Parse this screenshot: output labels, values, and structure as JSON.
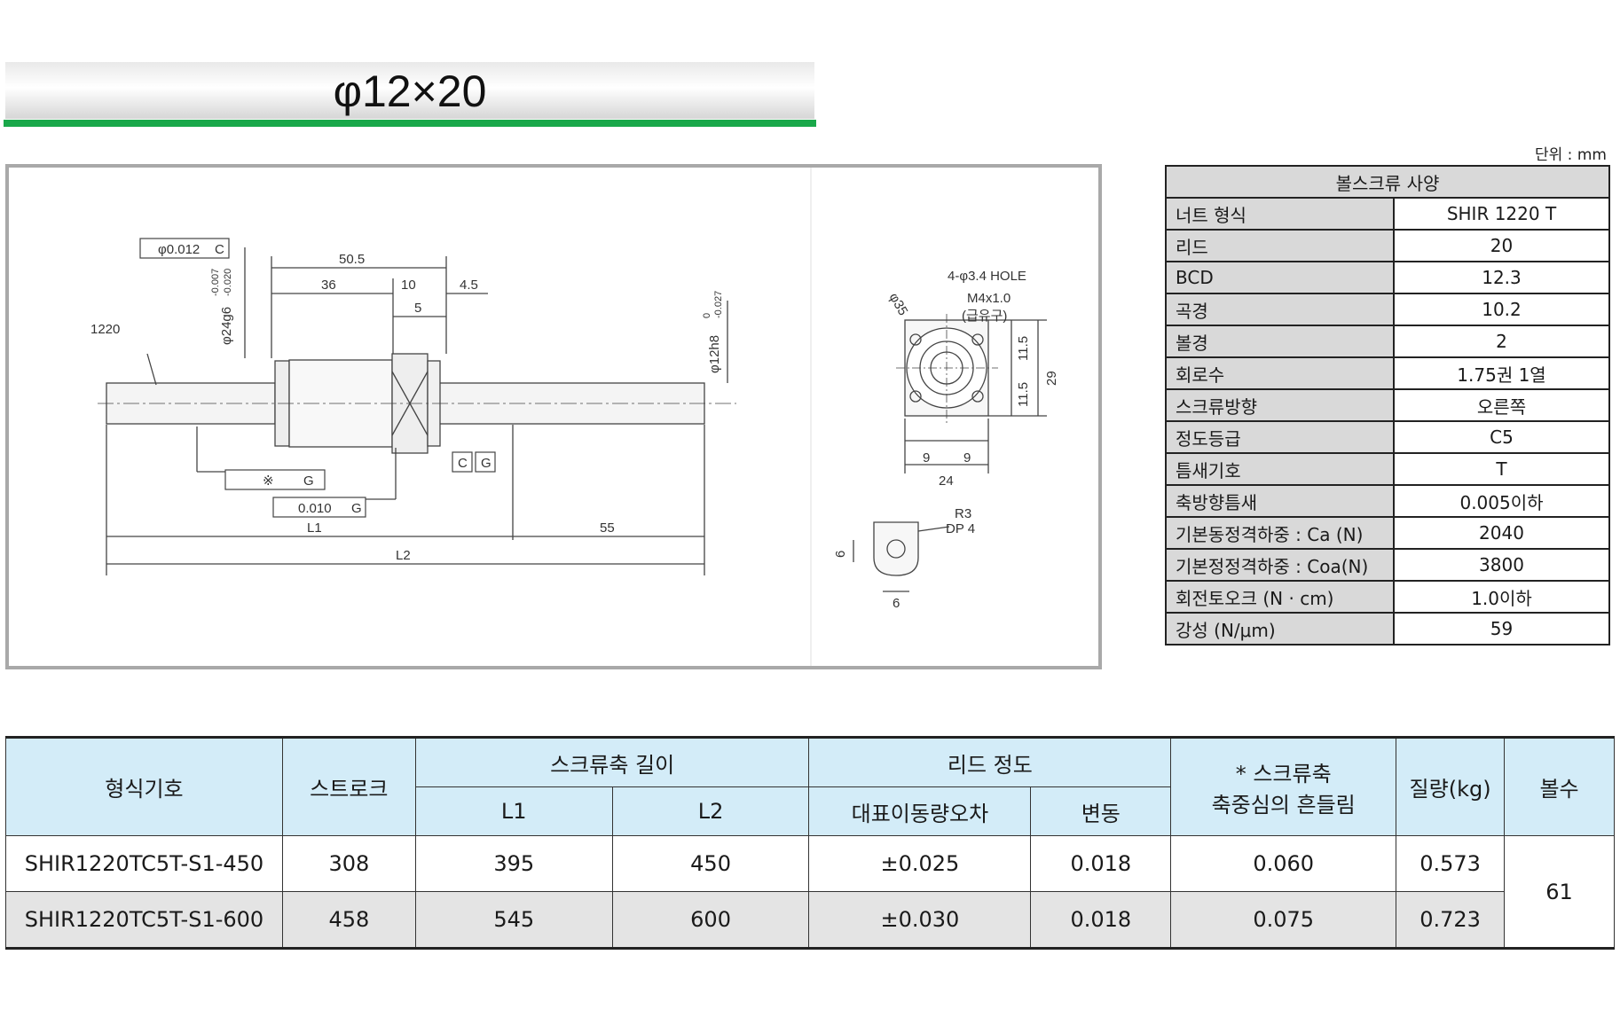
{
  "title": "φ12×20",
  "unit_label": "단위 : mm",
  "drawing": {
    "runout_frame": "φ0.012",
    "runout_datum": "C",
    "dim_50_5": "50.5",
    "dim_36": "36",
    "dim_10": "10",
    "dim_4_5": "4.5",
    "dim_5": "5",
    "label_1220": "1220",
    "dia_24": "φ24g6",
    "tol_24_upper": "-0.007",
    "tol_24_lower": "-0.020",
    "dia_12": "φ12h8",
    "tol_12_upper": "0",
    "tol_12_lower": "-0.027",
    "datum_c": "C",
    "datum_g": "G",
    "parallel_mark": "※",
    "parallel_datum": "G",
    "perp_value": "0.010",
    "perp_datum": "G",
    "dim_l1": "L1",
    "dim_55": "55",
    "dim_l2": "L2",
    "hole_label": "4-φ3.4 HOLE",
    "tap_label": "M4x1.0",
    "tap_note": "(급유구)",
    "dia_35": "φ35",
    "dim_11_5a": "11.5",
    "dim_11_5b": "11.5",
    "dim_29": "29",
    "dim_9a": "9",
    "dim_9b": "9",
    "dim_24": "24",
    "r3": "R3",
    "dp4": "DP 4",
    "dim_6v": "6",
    "dim_6h": "6"
  },
  "spec": {
    "header": "볼스크류 사양",
    "rows": [
      {
        "k": "너트 형식",
        "v": "SHIR 1220 T"
      },
      {
        "k": "리드",
        "v": "20"
      },
      {
        "k": "BCD",
        "v": "12.3"
      },
      {
        "k": "곡경",
        "v": "10.2"
      },
      {
        "k": "볼경",
        "v": "2"
      },
      {
        "k": "회로수",
        "v": "1.75권 1열"
      },
      {
        "k": "스크류방향",
        "v": "오른쪽"
      },
      {
        "k": "정도등급",
        "v": "C5"
      },
      {
        "k": "틈새기호",
        "v": "T"
      },
      {
        "k": "축방향틈새",
        "v": "0.005이하"
      },
      {
        "k": "기본동정격하중 : Ca (N)",
        "v": "2040"
      },
      {
        "k": "기본정정격하중 : Coa(N)",
        "v": "3800"
      },
      {
        "k": "회전토오크 (N · cm)",
        "v": "1.0이하"
      },
      {
        "k": "강성 (N/μm)",
        "v": "59"
      }
    ]
  },
  "model_table": {
    "headers": {
      "model": "형식기호",
      "stroke": "스트로크",
      "length_group": "스크류축 길이",
      "l1": "L1",
      "l2": "L2",
      "lead_group": "리드 정도",
      "rep_error": "대표이동량오차",
      "variation": "변동",
      "runout_line1": "* 스크류축",
      "runout_line2": "축중심의 흔들림",
      "mass": "질량(kg)",
      "balls": "볼수"
    },
    "rows": [
      {
        "model": "SHIR1220TC5T-S1-450",
        "stroke": "308",
        "l1": "395",
        "l2": "450",
        "rep_error": "±0.025",
        "variation": "0.018",
        "runout": "0.060",
        "mass": "0.573"
      },
      {
        "model": "SHIR1220TC5T-S1-600",
        "stroke": "458",
        "l1": "545",
        "l2": "600",
        "rep_error": "±0.030",
        "variation": "0.018",
        "runout": "0.075",
        "mass": "0.723"
      }
    ],
    "balls": "61"
  }
}
